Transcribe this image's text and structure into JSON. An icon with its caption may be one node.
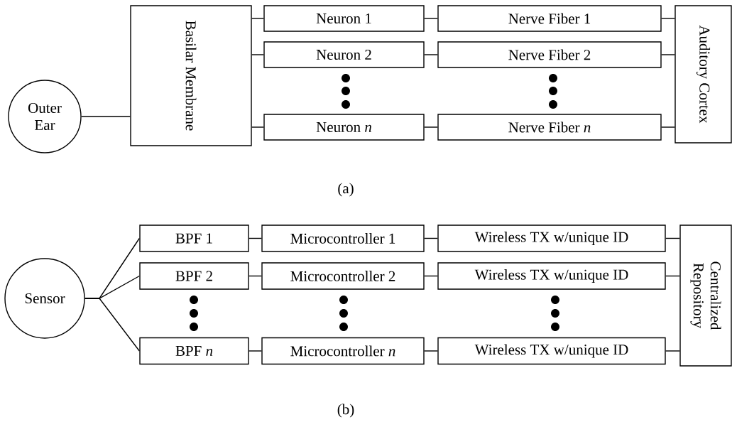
{
  "diagram": {
    "nodes": [
      {
        "text": [
          "Outer Ear"
        ]
      },
      {
        "text": [
          "Basilar Membrane"
        ]
      },
      {
        "text": [
          "Neuron 1"
        ]
      },
      {
        "text": [
          "Nerve Fiber 1"
        ]
      },
      {
        "text": [
          "Neuron 2"
        ]
      },
      {
        "text": [
          "Nerve Fiber 2"
        ]
      },
      {
        "text": [
          "Neuron *n*"
        ]
      },
      {
        "text": [
          "Nerve Fiber *n*"
        ]
      },
      {
        "text": [
          "Auditory Cortex"
        ]
      },
      {
        "text": [
          "Sensor"
        ]
      },
      {
        "text": [
          "BPF 1"
        ]
      },
      {
        "text": [
          "Microcontroller 1"
        ]
      },
      {
        "text": [
          "Wireless TX w/unique ID"
        ]
      },
      {
        "text": [
          "BPF 2"
        ]
      },
      {
        "text": [
          "Microcontroller 2"
        ]
      },
      {
        "text": [
          "Wireless TX w/unique ID"
        ]
      },
      {
        "text": [
          "BPF *n*"
        ]
      },
      {
        "text": [
          "Microcontroller *n*"
        ]
      },
      {
        "text": [
          "Wireless TX w/unique ID"
        ]
      },
      {
        "text": [
          "Centralized Repository"
        ]
      }
    ],
    "edges": [
      {
        "from": 0,
        "to": 1,
        "arrow": "none"
      },
      {
        "from": 1,
        "to": 2,
        "arrow": "none"
      },
      {
        "from": 1,
        "to": 4,
        "arrow": "none"
      },
      {
        "from": 1,
        "to": 6,
        "arrow": "none"
      },
      {
        "from": 2,
        "to": 3,
        "arrow": "none"
      },
      {
        "from": 4,
        "to": 5,
        "arrow": "none"
      },
      {
        "from": 6,
        "to": 7,
        "arrow": "none"
      },
      {
        "from": 3,
        "to": 8,
        "arrow": "none"
      },
      {
        "from": 5,
        "to": 8,
        "arrow": "none"
      },
      {
        "from": 7,
        "to": 8,
        "arrow": "none"
      },
      {
        "from": 9,
        "to": 10,
        "arrow": "none"
      },
      {
        "from": 9,
        "to": 13,
        "arrow": "none"
      },
      {
        "from": 9,
        "to": 16,
        "arrow": "none"
      },
      {
        "from": 10,
        "to": 11,
        "arrow": "none"
      },
      {
        "from": 11,
        "to": 12,
        "arrow": "none"
      },
      {
        "from": 13,
        "to": 14,
        "arrow": "none"
      },
      {
        "from": 14,
        "to": 15,
        "arrow": "none"
      },
      {
        "from": 16,
        "to": 17,
        "arrow": "none"
      },
      {
        "from": 17,
        "to": 18,
        "arrow": "none"
      },
      {
        "from": 12,
        "to": 19,
        "arrow": "none"
      },
      {
        "from": 15,
        "to": 19,
        "arrow": "none"
      },
      {
        "from": 18,
        "to": 19,
        "arrow": "none"
      }
    ],
    "labels": [
      "(a)",
      "(b)"
    ]
  }
}
